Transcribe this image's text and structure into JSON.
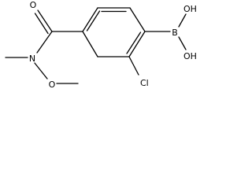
{
  "molecule": {
    "atoms": {
      "carbonyl_oxygen": "O",
      "amide_nitrogen": "N",
      "methoxy_oxygen": "O",
      "chlorine": "Cl",
      "boron": "B",
      "hydroxyl_upper": "OH",
      "hydroxyl_lower": "OH"
    }
  }
}
